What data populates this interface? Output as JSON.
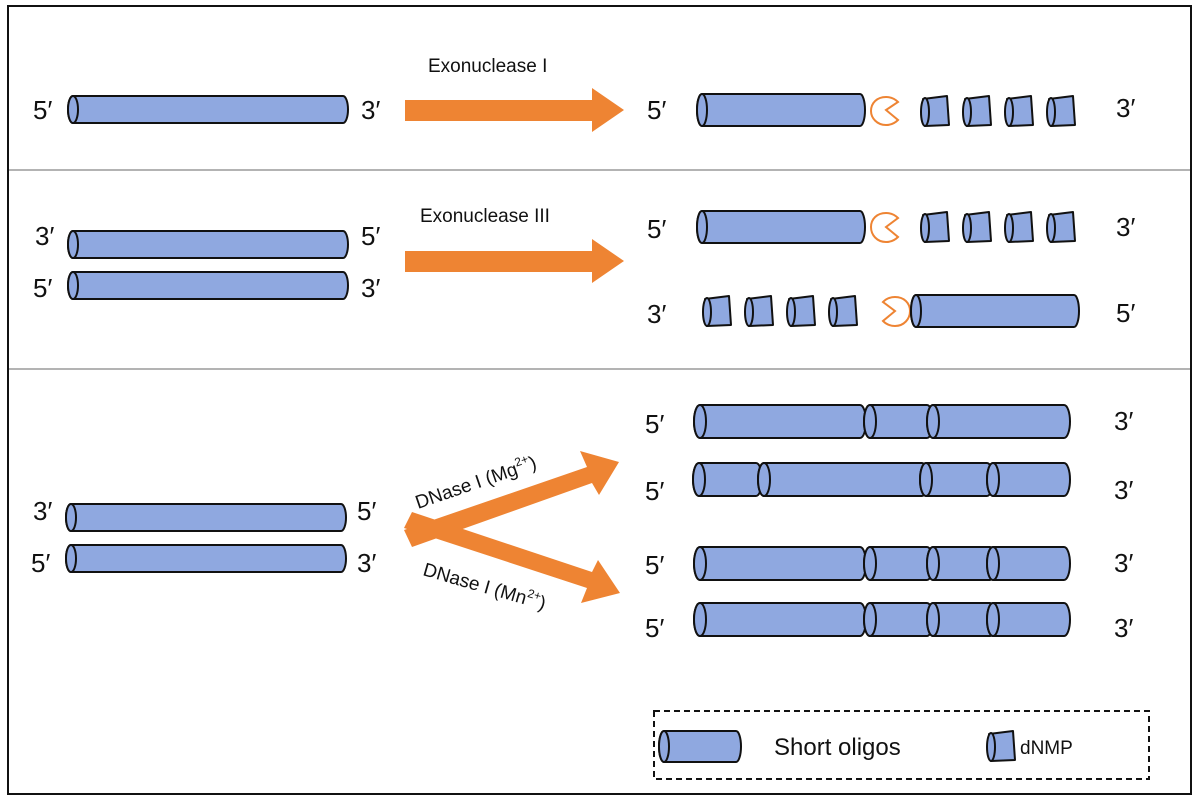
{
  "ends": {
    "five_prime": "5′",
    "three_prime": "3′"
  },
  "enzymes": {
    "exo1": "Exonuclease I",
    "exo3": "Exonuclease III",
    "dnase_mg_prefix": "DNase I (Mg",
    "dnase_mg_sup": "2+",
    "dnase_mg_suffix": ")",
    "dnase_mn_prefix": "DNase I (Mn",
    "dnase_mn_sup": "2+",
    "dnase_mn_suffix": ")"
  },
  "legend": {
    "oligo_label": "Short oligos",
    "dnmp_label": "dNMP"
  },
  "colors": {
    "strand_fill": "#8FA8E0",
    "strand_stroke": "#111111",
    "arrow": "#EE8433",
    "enzyme_outline": "#EE8433",
    "divider": "#9A9A9A",
    "frame": "#111111"
  }
}
